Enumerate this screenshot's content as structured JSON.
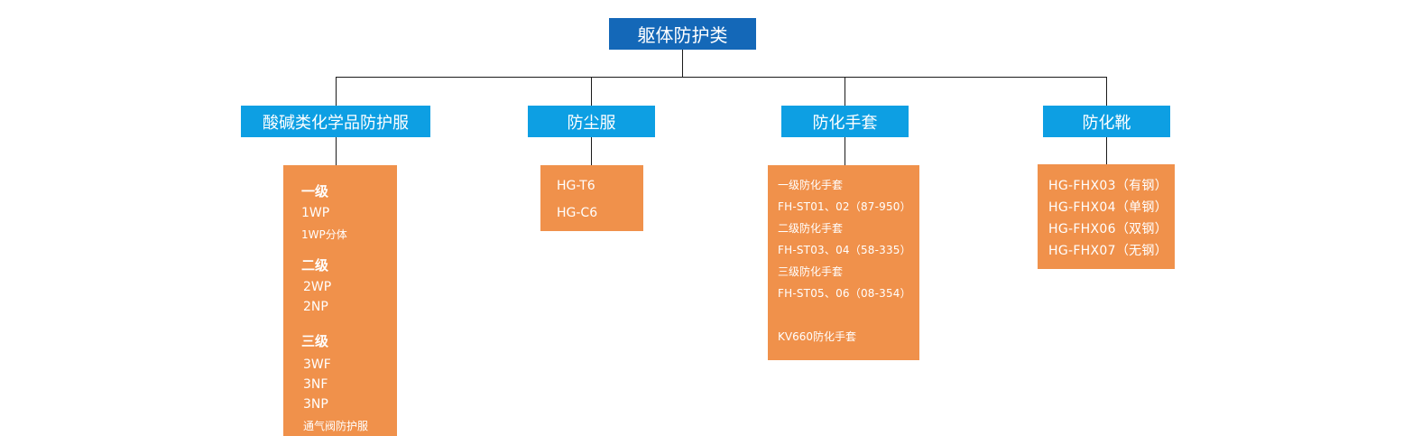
{
  "root": {
    "label": "躯体防护类"
  },
  "categories": [
    {
      "label": "酸碱类化学品防护服",
      "groups": [
        {
          "level": "一级",
          "items": [
            "1WP",
            "1WP分体"
          ]
        },
        {
          "level": "二级",
          "items": [
            "2WP",
            "2NP"
          ]
        },
        {
          "level": "三级",
          "items": [
            "3WF",
            "3NF",
            "3NP",
            "通气阀防护服"
          ]
        }
      ]
    },
    {
      "label": "防尘服",
      "items": [
        "HG-T6",
        "HG-C6"
      ]
    },
    {
      "label": "防化手套",
      "items": [
        "一级防化手套",
        "FH-ST01、02（87-950）",
        "二级防化手套",
        "FH-ST03、04（58-335）",
        "三级防化手套",
        "FH-ST05、06（08-354）",
        "KV660防化手套"
      ]
    },
    {
      "label": "防化靴",
      "items": [
        "HG-FHX03（有钢）",
        "HG-FHX04（单钢）",
        "HG-FHX06（双钢）",
        "HG-FHX07（无钢）"
      ]
    }
  ],
  "colors": {
    "root_bg": "#1468b8",
    "category_bg": "#0d9fe3",
    "items_bg": "#f0914b",
    "connector": "#1a1a1a",
    "text": "#ffffff"
  }
}
